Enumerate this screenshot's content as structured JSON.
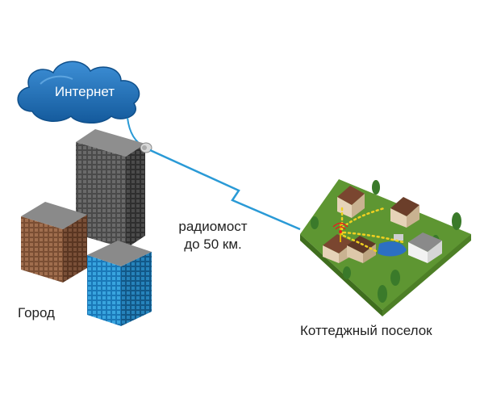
{
  "labels": {
    "internet": "Интернет",
    "radiobridge_line1": "радиомост",
    "radiobridge_line2": "до 50 км.",
    "city": "Город",
    "village": "Коттеджный поселок"
  },
  "icons": {
    "cloud": "cloud-icon",
    "antenna": "antenna-icon",
    "wifi": "wifi-icon"
  },
  "colors": {
    "cloud": "#1f6fb8",
    "link": "#2a9ad6",
    "grass": "#6aa03a",
    "wifi_link": "#f0d020"
  }
}
